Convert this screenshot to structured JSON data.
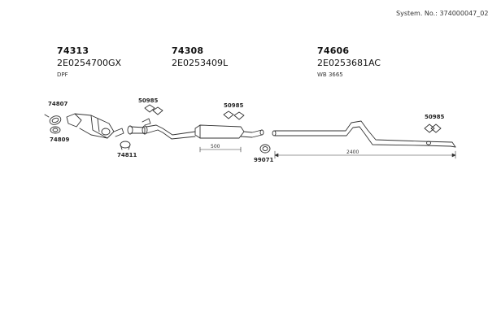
{
  "header": {
    "system_no": "System. No.: 374000047_02"
  },
  "assemblies": [
    {
      "part_no": "74313",
      "oem_no": "2E0254700GX",
      "note": "DPF"
    },
    {
      "part_no": "74308",
      "oem_no": "2E0253409L",
      "note": ""
    },
    {
      "part_no": "74606",
      "oem_no": "2E0253681AC",
      "note": "WB 3665"
    }
  ],
  "callouts": {
    "c74807": "74807",
    "c74809": "74809",
    "c74811": "74811",
    "c50985_a": "50985",
    "c50985_b": "50985",
    "c50985_c": "50985",
    "c99071": "99071"
  },
  "dimensions": {
    "mid_length": "500",
    "rear_length": "2400"
  }
}
